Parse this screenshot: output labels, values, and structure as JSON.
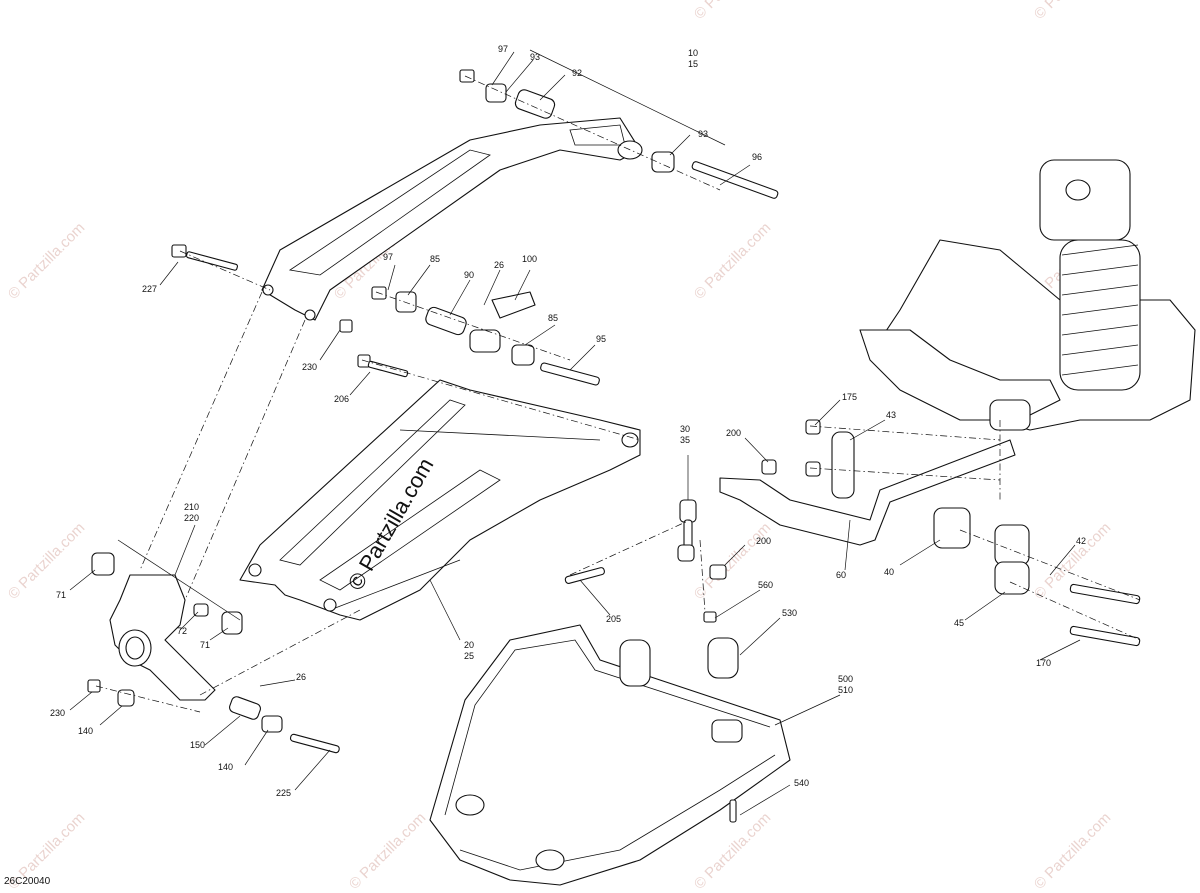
{
  "diagram": {
    "figure_id": "26C20040",
    "watermark_text": "© Partzilla.com",
    "center_watermark_text": "© Partzilla.com",
    "callouts": [
      "97",
      "93",
      "92",
      "10",
      "15",
      "93",
      "96",
      "227",
      "97",
      "85",
      "90",
      "26",
      "100",
      "230",
      "85",
      "95",
      "206",
      "30",
      "35",
      "175",
      "43",
      "200",
      "210",
      "220",
      "200",
      "71",
      "72",
      "71",
      "60",
      "40",
      "42",
      "20",
      "25",
      "205",
      "560",
      "530",
      "45",
      "170",
      "230",
      "140",
      "26",
      "150",
      "140",
      "225",
      "500",
      "510",
      "540"
    ],
    "colors": {
      "line": "#111111",
      "watermark": "#d9b0a8",
      "background": "#ffffff"
    }
  }
}
